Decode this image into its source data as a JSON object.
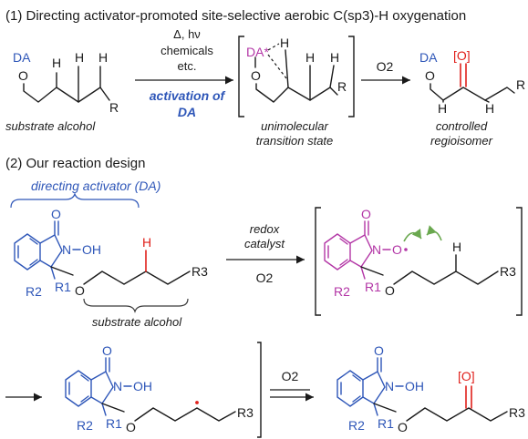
{
  "section1": {
    "heading": "(1) Directing activator-promoted site-selective aerobic C(sp3)-H oxygenation",
    "substrate": {
      "da": "DA",
      "o": "O",
      "h1": "H",
      "h2": "H",
      "h3": "H",
      "r": "R",
      "caption": "substrate alcohol"
    },
    "arrow1": {
      "line1": "Δ, hν",
      "line2": "chemicals",
      "line3": "etc.",
      "below1": "activation of",
      "below2": "DA"
    },
    "transition": {
      "da": "DA*",
      "h_top": "H",
      "o": "O",
      "h1": "H",
      "h2": "H",
      "r": "R",
      "caption1": "unimolecular",
      "caption2": "transition state"
    },
    "arrow2": {
      "label": "O2"
    },
    "product": {
      "da": "DA",
      "ox": "[O]",
      "o": "O",
      "h1": "H",
      "h2": "H",
      "r": "R",
      "caption1": "controlled",
      "caption2": "regioisomer"
    }
  },
  "section2": {
    "heading": "(2) Our reaction design",
    "da_label": "directing activator (DA)",
    "mol1": {
      "o": "O",
      "n": "N",
      "oh": "OH",
      "r1": "R1",
      "r2": "R2",
      "r3": "R3",
      "oether": "O",
      "h": "H",
      "caption": "substrate alcohol"
    },
    "arrow1": {
      "top1": "redox",
      "top2": "catalyst",
      "bottom": "O2"
    },
    "mol2": {
      "o": "O",
      "n": "N",
      "oradical": "O",
      "h": "H",
      "r1": "R1",
      "r2": "R2",
      "r3": "R3",
      "oether": "O"
    },
    "mol3": {
      "o": "O",
      "n": "N",
      "oh": "OH",
      "r1": "R1",
      "r2": "R2",
      "r3": "R3",
      "oether": "O"
    },
    "arrow3": {
      "label": "O2"
    },
    "mol4": {
      "o": "O",
      "n": "N",
      "oh": "OH",
      "ox": "[O]",
      "r1": "R1",
      "r2": "R2",
      "r3": "R3",
      "oether": "O"
    }
  }
}
